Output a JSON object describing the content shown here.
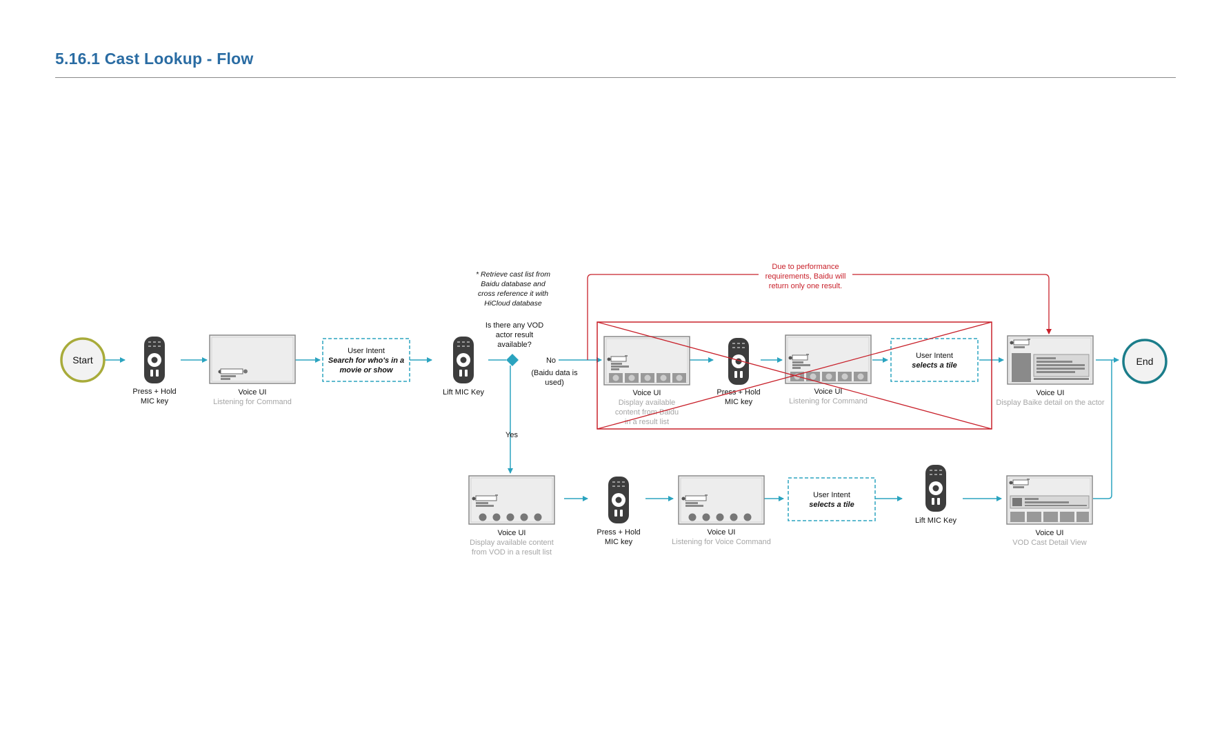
{
  "page": {
    "title": "5.16.1  Cast Lookup - Flow"
  },
  "colors": {
    "flow": "#2aa3bf",
    "start": "#a8ab3a",
    "end": "#1b7d8a",
    "device": "#3d3d3d",
    "screen_border": "#8a8a8a",
    "screen_fill": "#ededed",
    "note": "#c8202a",
    "caption_grey": "#a5a5a5"
  },
  "nodes": {
    "start": "Start",
    "end": "End",
    "remote1": {
      "line1": "Press + Hold",
      "line2": "MIC key",
      "icon": "remote-icon"
    },
    "screen1": {
      "title": "Voice UI",
      "sub1": "Listening for Command"
    },
    "intent1": {
      "line1": "User Intent",
      "line2": "Search for who's in a",
      "line3": "movie or show"
    },
    "remote2": {
      "line1": "Lift MIC Key",
      "icon": "remote-icon"
    },
    "note_retrieve": {
      "line1": "* Retrieve cast list from",
      "line2": "Baidu database and",
      "line3": "cross reference it with",
      "line4": "HiCloud database"
    },
    "decision": {
      "line1": "Is there any VOD",
      "line2": "actor result",
      "line3": "available?",
      "no_label": "No",
      "no_sub1": "(Baidu data is",
      "no_sub2": "used)",
      "yes_label": "Yes"
    },
    "baidu_screen": {
      "title": "Voice UI",
      "sub1": "Display available",
      "sub2": "content from Baidu",
      "sub3": "in a result list"
    },
    "remote3": {
      "line1": "Press + Hold",
      "line2": "MIC key",
      "icon": "remote-icon"
    },
    "baidu_listen": {
      "title": "Voice UI",
      "sub1": "Listening for Command"
    },
    "intent2": {
      "line1": "User Intent",
      "line2": "selects a tile"
    },
    "baike_screen": {
      "title": "Voice UI",
      "sub1": "Display Baike detail on the actor"
    },
    "perf_note": {
      "line1": "Due to performance",
      "line2": "requirements, Baidu will",
      "line3": "return only one result."
    },
    "vod_screen": {
      "title": "Voice UI",
      "sub1": "Display available content",
      "sub2": "from VOD in a result list"
    },
    "remote4": {
      "line1": "Press + Hold",
      "line2": "MIC key",
      "icon": "remote-icon"
    },
    "vod_listen": {
      "title": "Voice UI",
      "sub1": "Listening for Voice Command"
    },
    "intent3": {
      "line1": "User Intent",
      "line2": "selects a tile"
    },
    "remote5": {
      "line1": "Lift MIC Key",
      "icon": "remote-icon"
    },
    "vod_cast": {
      "title": "Voice UI",
      "sub1": "VOD Cast Detail View"
    }
  }
}
